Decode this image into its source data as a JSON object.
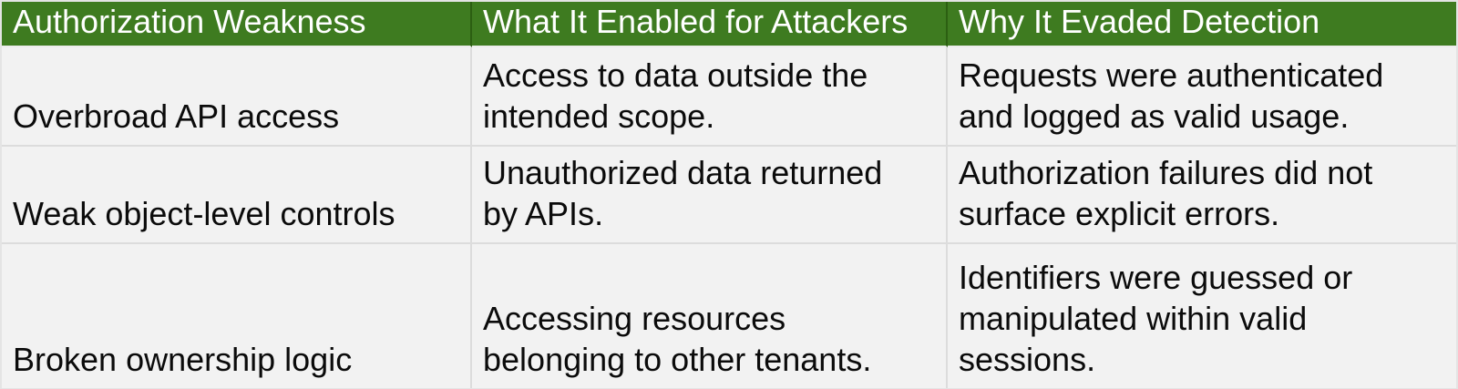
{
  "colors": {
    "header_bg": "#3e7b20",
    "header_text": "#ffffff",
    "cell_bg": "#f2f2f2",
    "cell_text": "#0b0b0b",
    "border": "#dcdcdc",
    "header_border": "#2c5f12",
    "outer_border": "#e4e4e4"
  },
  "table": {
    "headers": [
      "Authorization Weakness",
      "What It Enabled for Attackers",
      "Why It Evaded Detection"
    ],
    "rows": [
      [
        "Overbroad API access",
        "Access to data outside the\nintended scope.",
        "Requests were authenticated\nand logged as valid usage."
      ],
      [
        "Weak object-level controls",
        "Unauthorized data returned\nby APIs.",
        "Authorization failures did not\nsurface explicit errors."
      ],
      [
        "Broken ownership logic",
        "Accessing resources\nbelonging to other tenants.",
        "Identifiers were guessed or\nmanipulated within valid\nsessions."
      ]
    ]
  }
}
